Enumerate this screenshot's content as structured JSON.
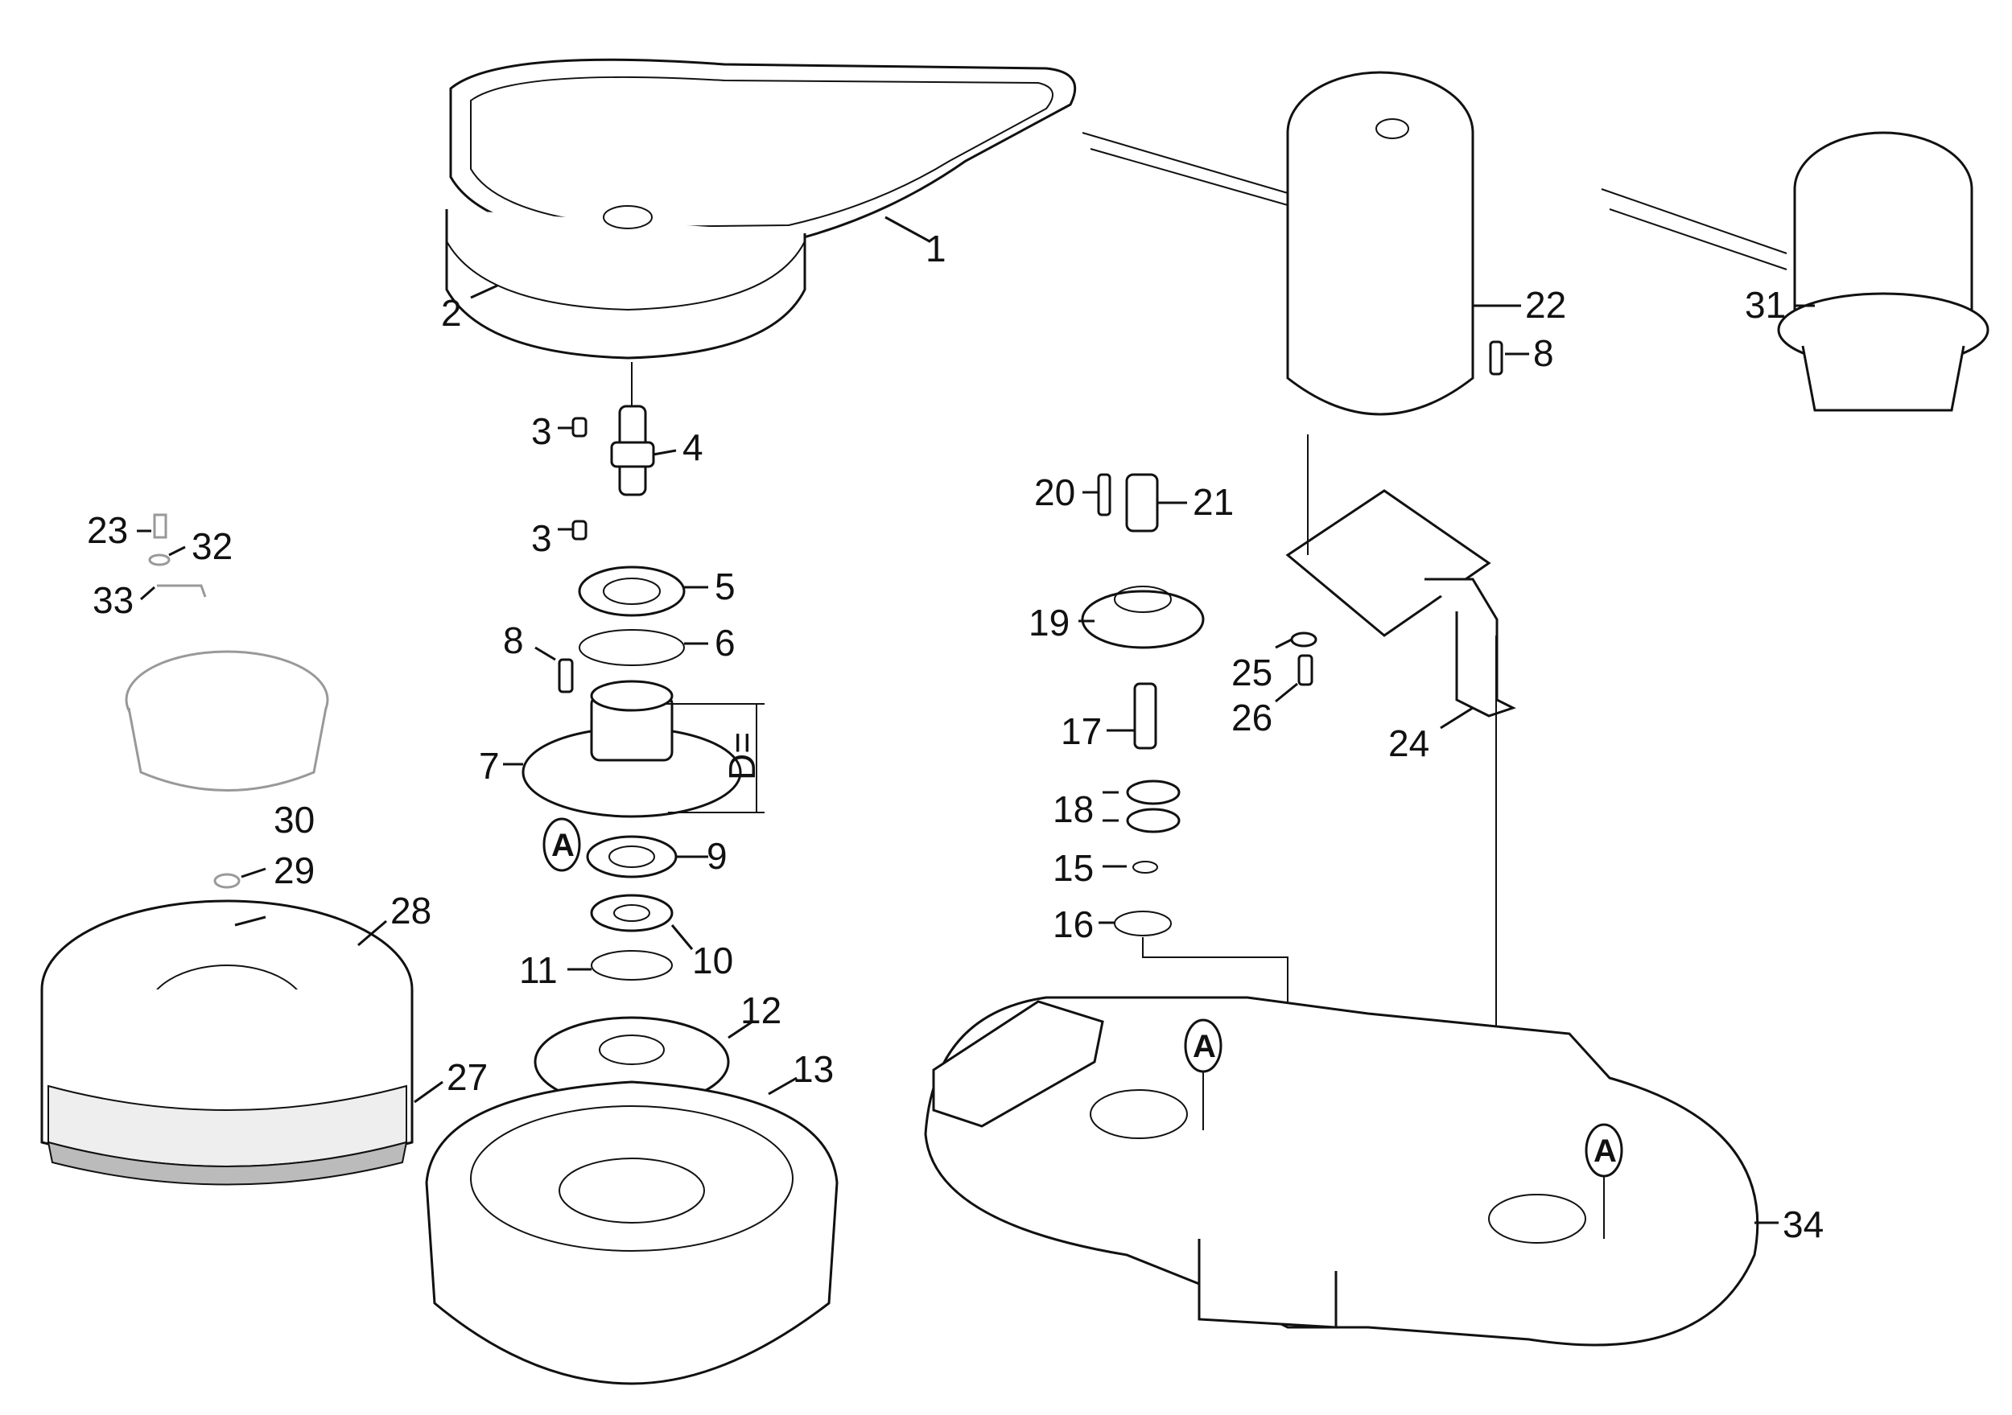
{
  "callouts": [
    {
      "label": "1"
    },
    {
      "label": "2"
    },
    {
      "label": "3"
    },
    {
      "label": "4"
    },
    {
      "label": "3"
    },
    {
      "label": "5"
    },
    {
      "label": "6"
    },
    {
      "label": "8"
    },
    {
      "label": "7"
    },
    {
      "label": "9"
    },
    {
      "label": "10"
    },
    {
      "label": "11"
    },
    {
      "label": "12"
    },
    {
      "label": "13"
    },
    {
      "label": "23"
    },
    {
      "label": "32"
    },
    {
      "label": "33"
    },
    {
      "label": "30"
    },
    {
      "label": "29"
    },
    {
      "label": "28"
    },
    {
      "label": "27"
    },
    {
      "label": "22"
    },
    {
      "label": "31"
    },
    {
      "label": "20"
    },
    {
      "label": "21"
    },
    {
      "label": "19"
    },
    {
      "label": "17"
    },
    {
      "label": "18"
    },
    {
      "label": "15"
    },
    {
      "label": "16"
    },
    {
      "label": "8"
    },
    {
      "label": "25"
    },
    {
      "label": "26"
    },
    {
      "label": "24"
    },
    {
      "label": "34"
    }
  ],
  "dimension_label": "D=",
  "reference_marks": [
    "A",
    "A",
    "A"
  ]
}
